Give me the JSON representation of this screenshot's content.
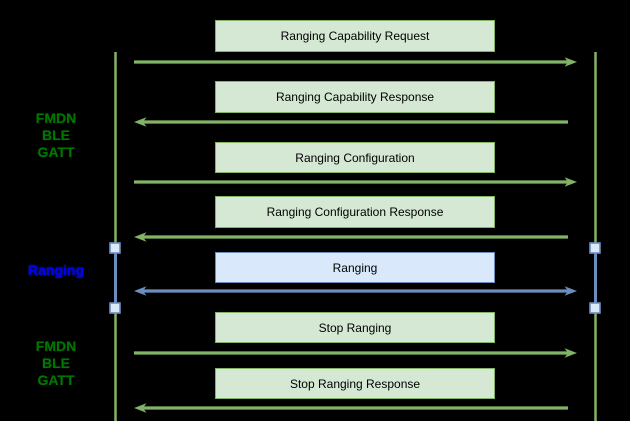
{
  "colors": {
    "background": "#000000",
    "green_box_fill": "#d5e8d4",
    "green_stroke": "#82b366",
    "blue_box_fill": "#dae8fc",
    "blue_stroke": "#6c8ebf",
    "phase_label_green": "#007700",
    "phase_label_blue": "#0000f2",
    "message_text": "#000000"
  },
  "phases": [
    {
      "lines": [
        "FMDN",
        "BLE",
        "GATT"
      ],
      "color": "green"
    },
    {
      "lines": [
        "Ranging"
      ],
      "color": "blue"
    },
    {
      "lines": [
        "FMDN",
        "BLE",
        "GATT"
      ],
      "color": "green"
    }
  ],
  "messages": [
    {
      "label": "Ranging Capability Request",
      "direction": "right",
      "channel": "green"
    },
    {
      "label": "Ranging Capability Response",
      "direction": "left",
      "channel": "green"
    },
    {
      "label": "Ranging Configuration",
      "direction": "right",
      "channel": "green"
    },
    {
      "label": "Ranging Configuration Response",
      "direction": "left",
      "channel": "green"
    },
    {
      "label": "Ranging",
      "direction": "both",
      "channel": "blue"
    },
    {
      "label": "Stop Ranging",
      "direction": "right",
      "channel": "green"
    },
    {
      "label": "Stop Ranging Response",
      "direction": "left",
      "channel": "green"
    }
  ]
}
